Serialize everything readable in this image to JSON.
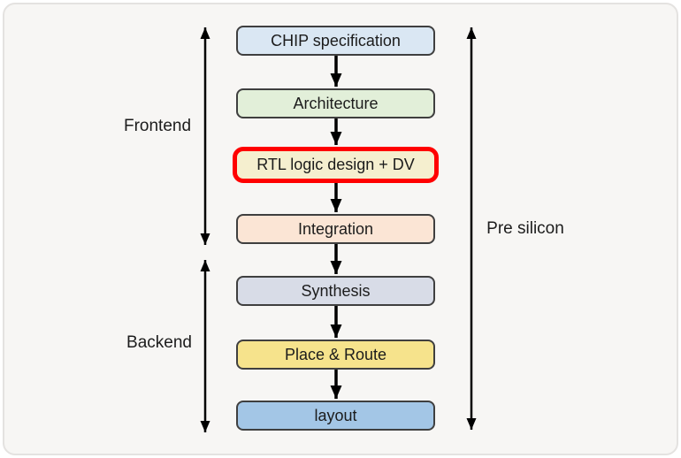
{
  "window": {
    "background": "#ffffff",
    "card_background": "#f7f6f4",
    "card_border": "#e4e2e0"
  },
  "flowchart": {
    "steps": [
      {
        "label": "CHIP specification",
        "fill": "#dae7f3",
        "border": "#3f3f3f",
        "highlighted": false
      },
      {
        "label": "Architecture",
        "fill": "#e2efd9",
        "border": "#3f3f3f",
        "highlighted": false
      },
      {
        "label": "RTL logic design + DV",
        "fill": "#f5efcf",
        "border": "#ff0000",
        "highlighted": true
      },
      {
        "label": "Integration",
        "fill": "#fbe5d5",
        "border": "#3f3f3f",
        "highlighted": false
      },
      {
        "label": "Synthesis",
        "fill": "#d8dce7",
        "border": "#3f3f3f",
        "highlighted": false
      },
      {
        "label": "Place & Route",
        "fill": "#f6e38c",
        "border": "#3f3f3f",
        "highlighted": false
      },
      {
        "label": "layout",
        "fill": "#a3c6e6",
        "border": "#3f3f3f",
        "highlighted": false
      }
    ],
    "side_labels": {
      "frontend": "Frontend",
      "backend": "Backend",
      "pre_silicon": "Pre silicon"
    },
    "arrow_color": "#000000",
    "highlight_border_color": "#ff0000",
    "text_color": "#1c1c1c"
  }
}
